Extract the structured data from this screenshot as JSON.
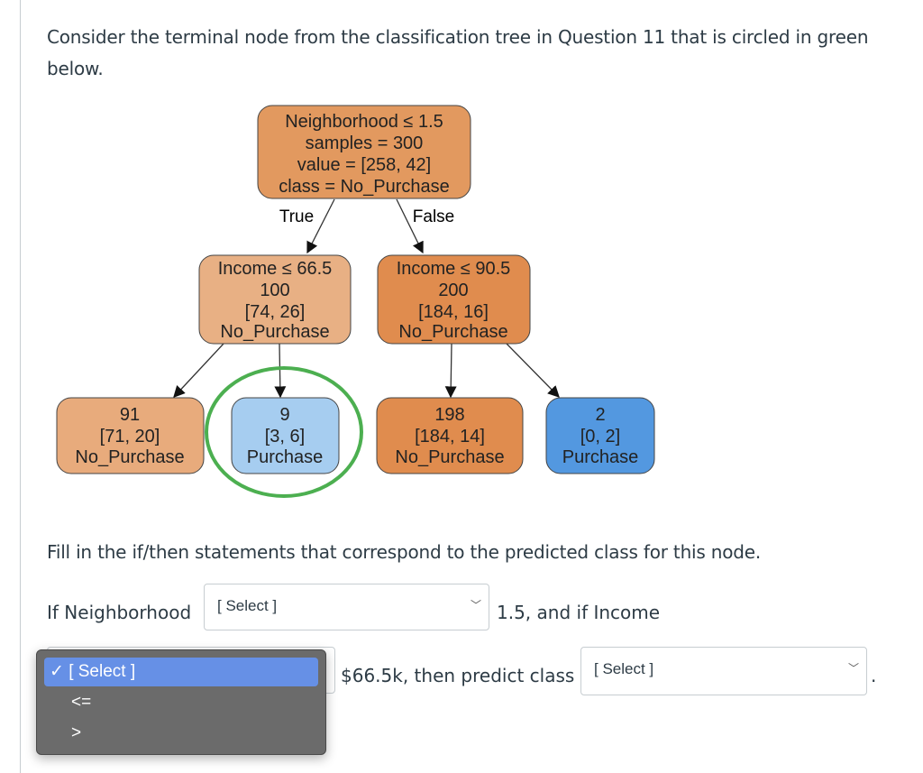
{
  "question": {
    "line1": "Consider the terminal node from the classification tree in Question 11 that is circled in green",
    "line2": "below."
  },
  "tree": {
    "root": {
      "l1": "Neighborhood ≤ 1.5",
      "l2": "samples = 300",
      "l3": "value = [258, 42]",
      "l4": "class = No_Purchase"
    },
    "edge_true": "True",
    "edge_false": "False",
    "left": {
      "l1": "Income ≤ 66.5",
      "l2": "100",
      "l3": "[74, 26]",
      "l4": "No_Purchase"
    },
    "right": {
      "l1": "Income ≤ 90.5",
      "l2": "200",
      "l3": "[184, 16]",
      "l4": "No_Purchase"
    },
    "leaves": [
      {
        "l1": "91",
        "l2": "[71, 20]",
        "l3": "No_Purchase"
      },
      {
        "l1": "9",
        "l2": "[3, 6]",
        "l3": "Purchase"
      },
      {
        "l1": "198",
        "l2": "[184, 14]",
        "l3": "No_Purchase"
      },
      {
        "l1": "2",
        "l2": "[0, 2]",
        "l3": "Purchase"
      }
    ],
    "colors": {
      "orange_dark": "#e08c4e",
      "orange_mid": "#e2995f",
      "orange_light": "#e8b084",
      "blue_light": "#a6cdf0",
      "blue_dark": "#5398e0",
      "circle": "#4caf50"
    }
  },
  "instructions": "Fill in the if/then statements that correspond to the predicted class for this node.",
  "statement": {
    "t1": "If Neighborhood",
    "select1": "[ Select ]",
    "t2": "1.5, and if Income",
    "t3": "$66.5k, then predict class",
    "select3": "[ Select ]",
    "t4": "."
  },
  "dropdown": {
    "options": [
      "[ Select ]",
      "<=",
      ">"
    ],
    "selected": "[ Select ]",
    "check": "✓"
  }
}
